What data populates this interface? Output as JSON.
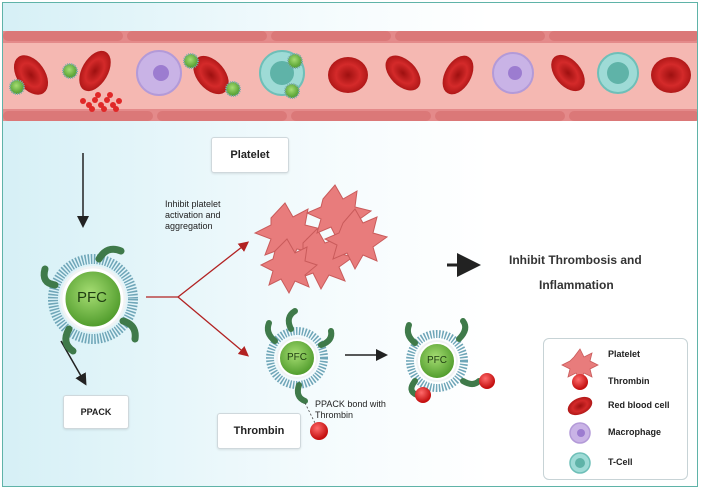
{
  "labels": {
    "platelet_box": "Platelet",
    "inhibit_platelet": "Inhibit platelet activation and aggregation",
    "inhibit_thrombosis_line1": "Inhibit Thrombosis and",
    "inhibit_thrombosis_line2": "Inflammation",
    "ppack_box": "PPACK",
    "thrombin_box": "Thrombin",
    "ppack_bond": "PPACK  bond with Thrombin",
    "pfc": "PFC"
  },
  "legend": {
    "items": [
      {
        "label": "Platelet",
        "icon": "platelet-icon"
      },
      {
        "label": "Thrombin",
        "icon": "thrombin-icon"
      },
      {
        "label": "Red blood cell",
        "icon": "red-blood-cell-icon"
      },
      {
        "label": "Macrophage",
        "icon": "macrophage-icon"
      },
      {
        "label": "T-Cell",
        "icon": "t-cell-icon"
      }
    ]
  },
  "colors": {
    "vessel_wall": "#e48a8a",
    "vessel_lumen": "#f5b5b0",
    "rbc": "#c81e1e",
    "macrophage": "#c9b3e6",
    "tcell": "#9edbd6",
    "pfc_core": "#7cc24a",
    "arrow_red": "#b22222"
  }
}
